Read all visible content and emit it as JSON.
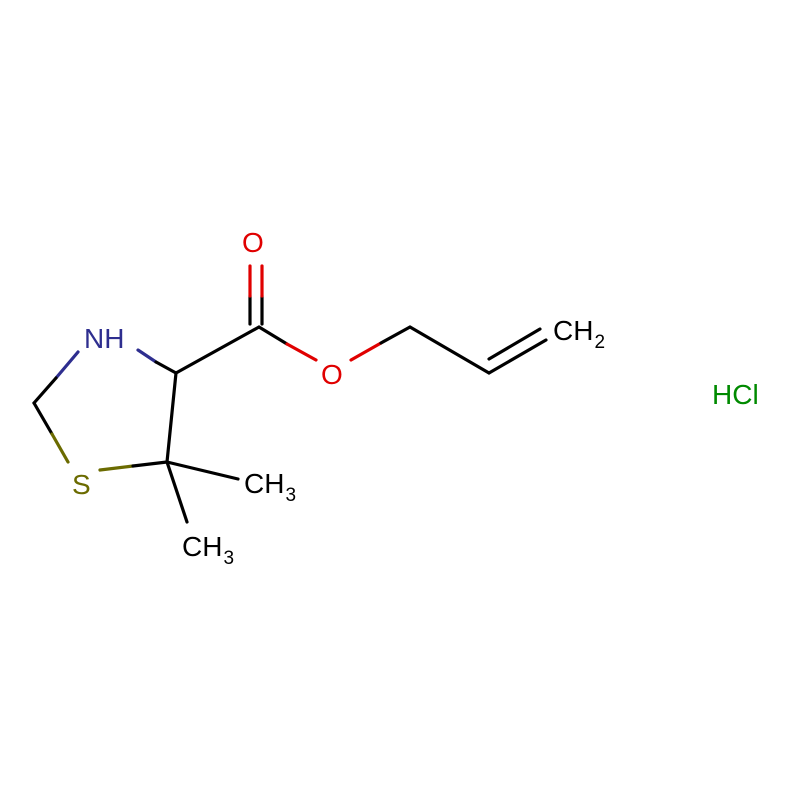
{
  "molecule": {
    "atoms": {
      "nh": {
        "text": "NH",
        "color": "#2e2e8f"
      },
      "s": {
        "text": "S",
        "color": "#6b6b00"
      },
      "o_carbonyl": {
        "text": "O",
        "color": "#e00000"
      },
      "o_ester": {
        "text": "O",
        "color": "#e00000"
      },
      "ch2": {
        "main": "CH",
        "sub": "2",
        "color": "#000000"
      },
      "ch3_a": {
        "main": "CH",
        "sub": "3",
        "color": "#000000"
      },
      "ch3_b": {
        "main": "CH",
        "sub": "3",
        "color": "#000000"
      }
    },
    "salt": {
      "text": "HCl",
      "color": "#008a00"
    },
    "bond_color": "#000000"
  }
}
